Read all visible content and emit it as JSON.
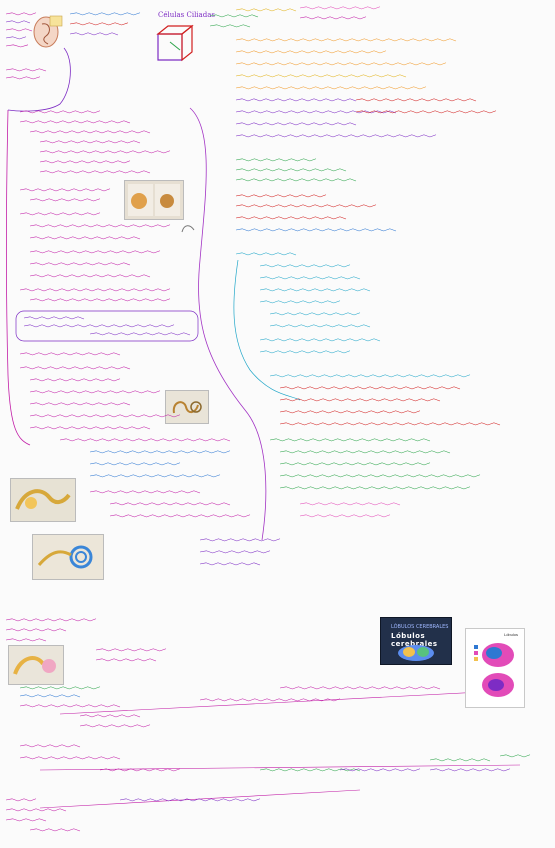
{
  "canvas": {
    "background": "#fbfbfb"
  },
  "top_labels": {
    "cube_title": "Células Ciliadas",
    "poster_subtitle": "LÓBULOS CEREBRALES",
    "poster_title": "Lóbulos cerebrales",
    "card_title": "Lóbulos"
  },
  "colors": {
    "magenta": "#c21ea7",
    "purple": "#7d2cc4",
    "blue": "#2f78d2",
    "red": "#d11f1f",
    "orange": "#f09a2a",
    "yellow": "#e1b21a",
    "green": "#2ca44a",
    "cyan": "#20a6c8",
    "teal": "#1aa39a",
    "pink": "#e24bb8"
  },
  "icons": {
    "ear_sketch": "ear-drawing-icon",
    "cube": "cube-drawing-icon",
    "brain_poster": "brain-lobes-poster",
    "brain_card": "brain-lobes-card"
  }
}
